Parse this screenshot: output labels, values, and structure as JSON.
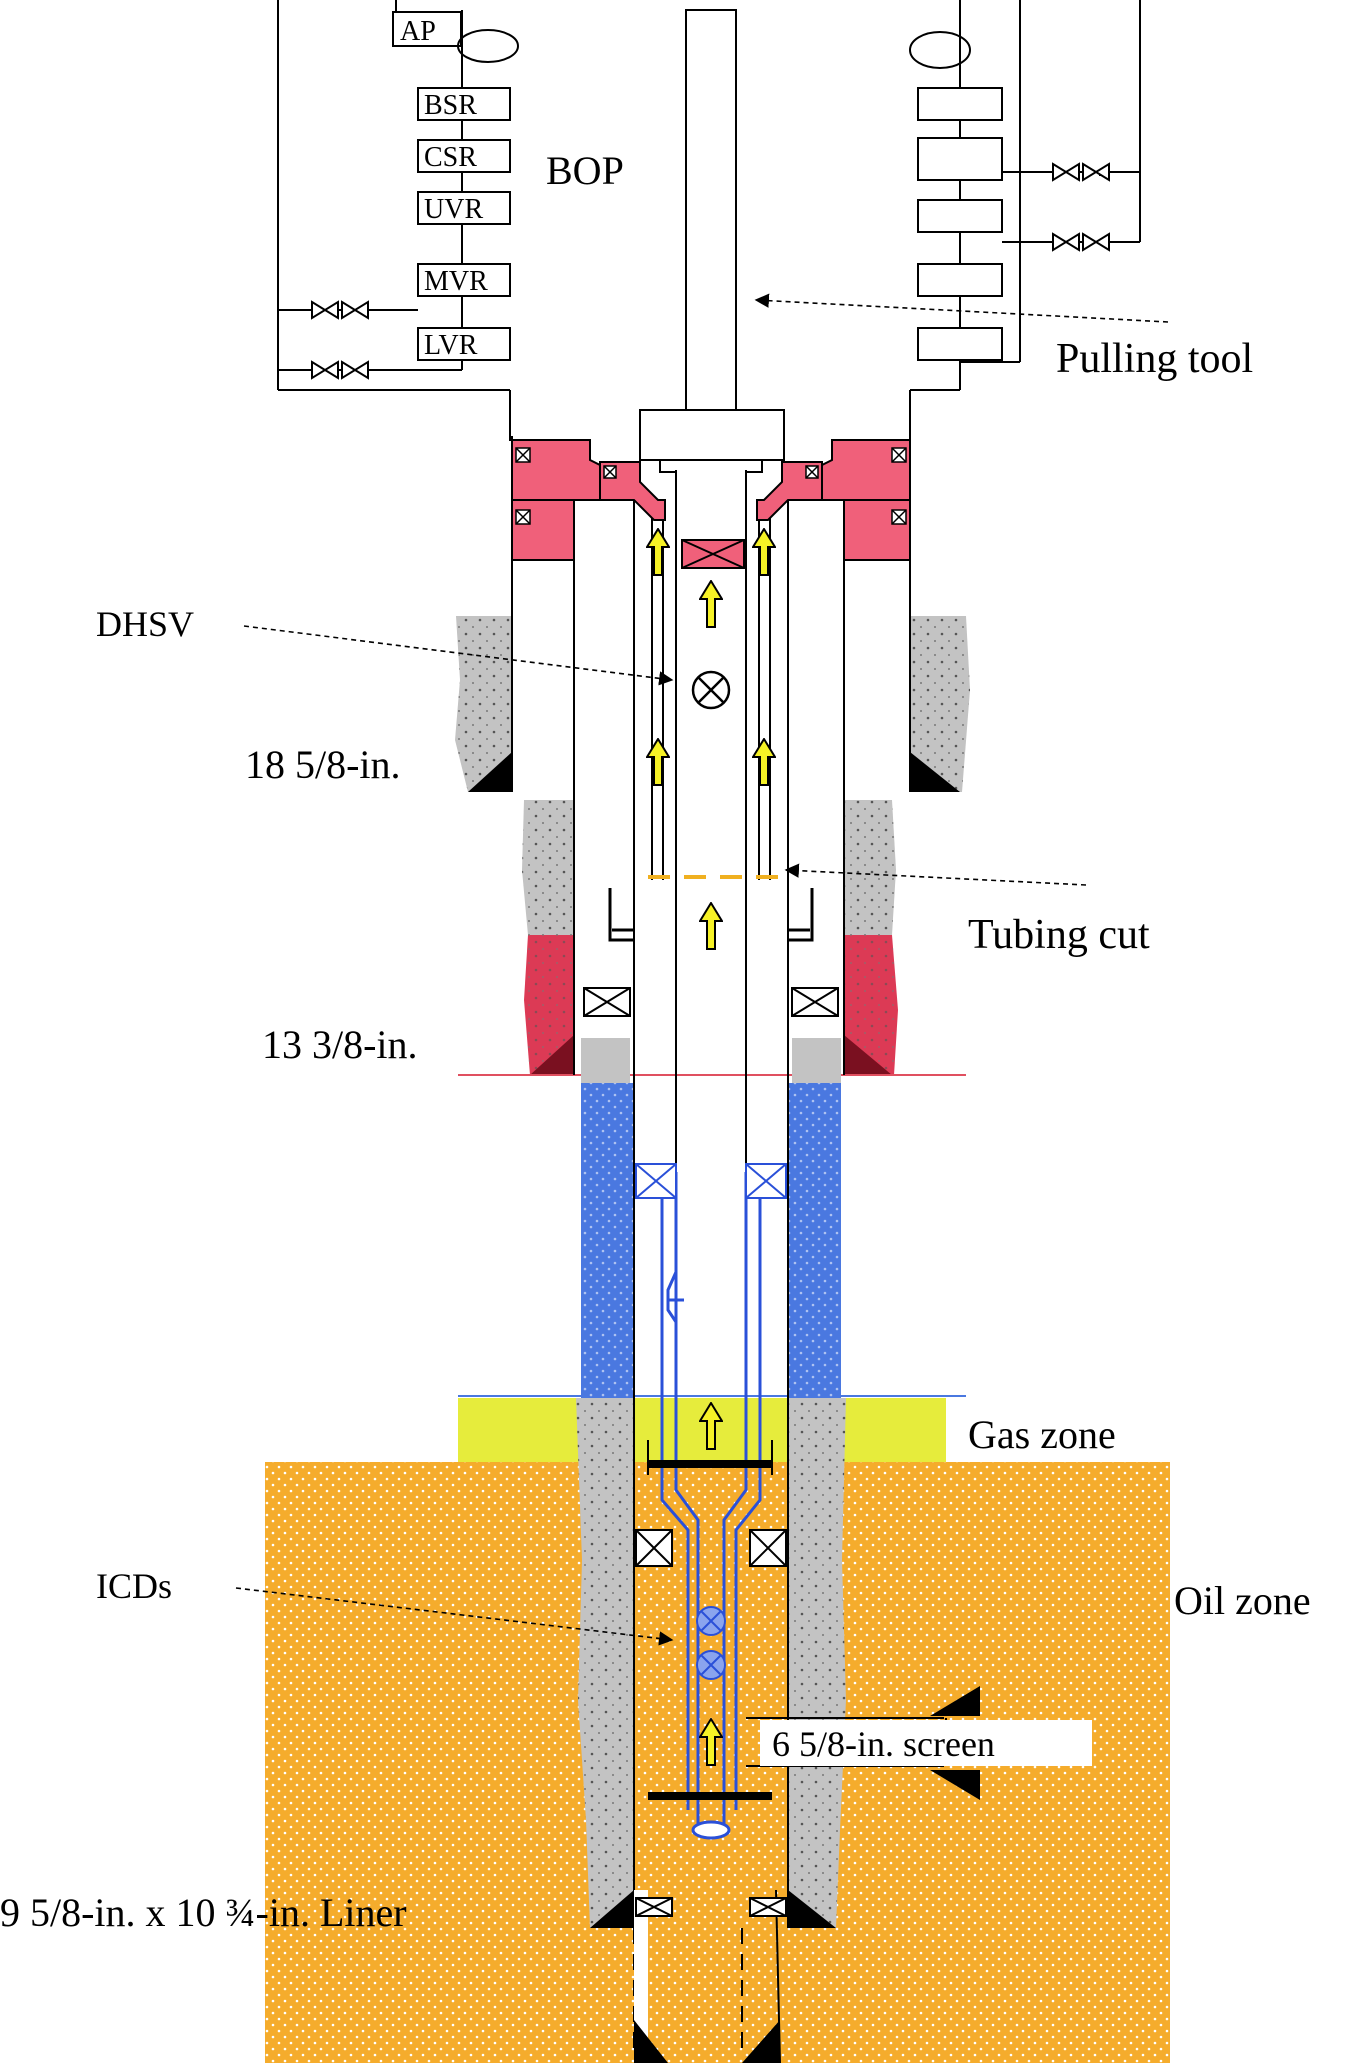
{
  "bop": {
    "title": "BOP",
    "rams": [
      "AP",
      "BSR",
      "CSR",
      "UVR",
      "MVR",
      "LVR"
    ]
  },
  "labels": {
    "pulling_tool": "Pulling tool",
    "dhsv": "DHSV",
    "casing_18": "18 5/8-in.",
    "tubing_cut": "Tubing cut",
    "casing_13": "13 3/8-in.",
    "gas_zone": "Gas zone",
    "icds": "ICDs",
    "oil_zone": "Oil zone",
    "screen": "6 5/8-in. screen",
    "liner": "9 5/8-in. x 10 ¾-in. Liner"
  },
  "colors": {
    "wellhead": "#f0607a",
    "cement": "#c3c3c3",
    "red_cement": "#dc3a55",
    "blue_cement": "#4a78e0",
    "gas_zone": "#e6ec3c",
    "oil_zone": "#f5ac2c",
    "arrow": "#f6f226",
    "icd": "#4a78e0"
  }
}
